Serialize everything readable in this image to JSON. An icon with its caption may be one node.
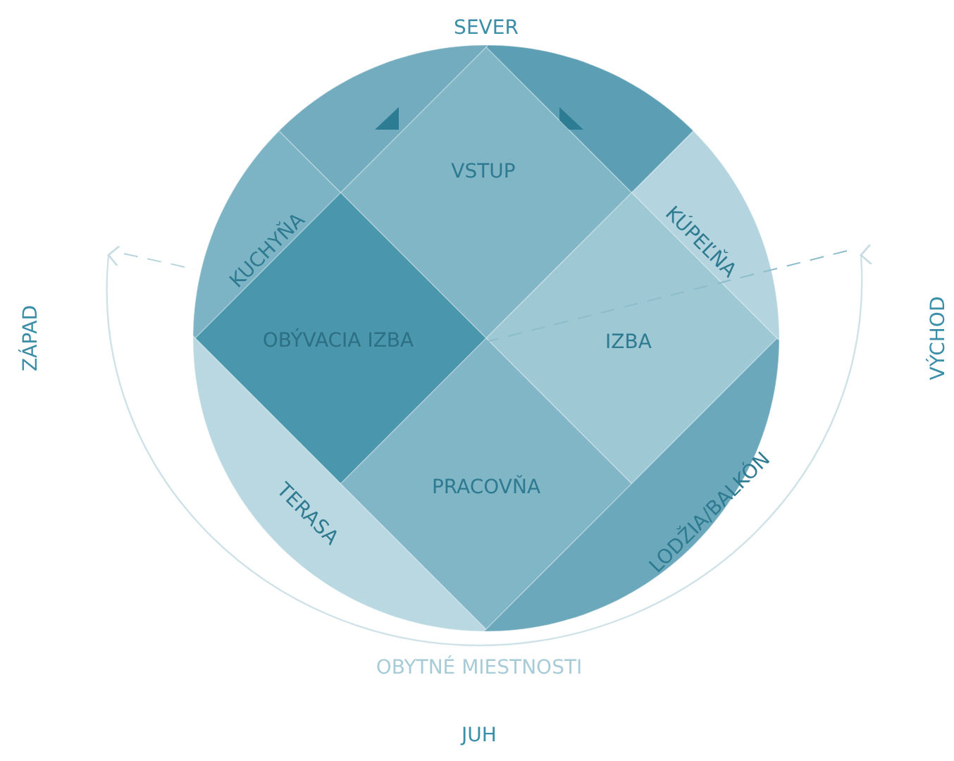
{
  "diagram": {
    "nodes": [
      {
        "text": [],
        "shape": "box"
      },
      {
        "text": [],
        "shape": "box"
      },
      {
        "text": [
          "VSTUP"
        ]
      },
      {
        "text": [
          "KUCHYŇA"
        ]
      },
      {
        "text": [
          "KÚPEĽŇA"
        ]
      },
      {
        "text": [
          "OBÝVACIA IZBA"
        ]
      },
      {
        "text": [
          "IZBA"
        ]
      },
      {
        "text": [
          "TERASA"
        ]
      },
      {
        "text": [
          "PRACOVŇA"
        ]
      },
      {
        "text": [
          "LODŽIA/BALKÓN"
        ]
      }
    ],
    "labels": [
      "SEVER",
      "ZÁPAD",
      "VÝCHOD",
      "OBYTNÉ MIESTNOSTI",
      "JUH"
    ]
  }
}
